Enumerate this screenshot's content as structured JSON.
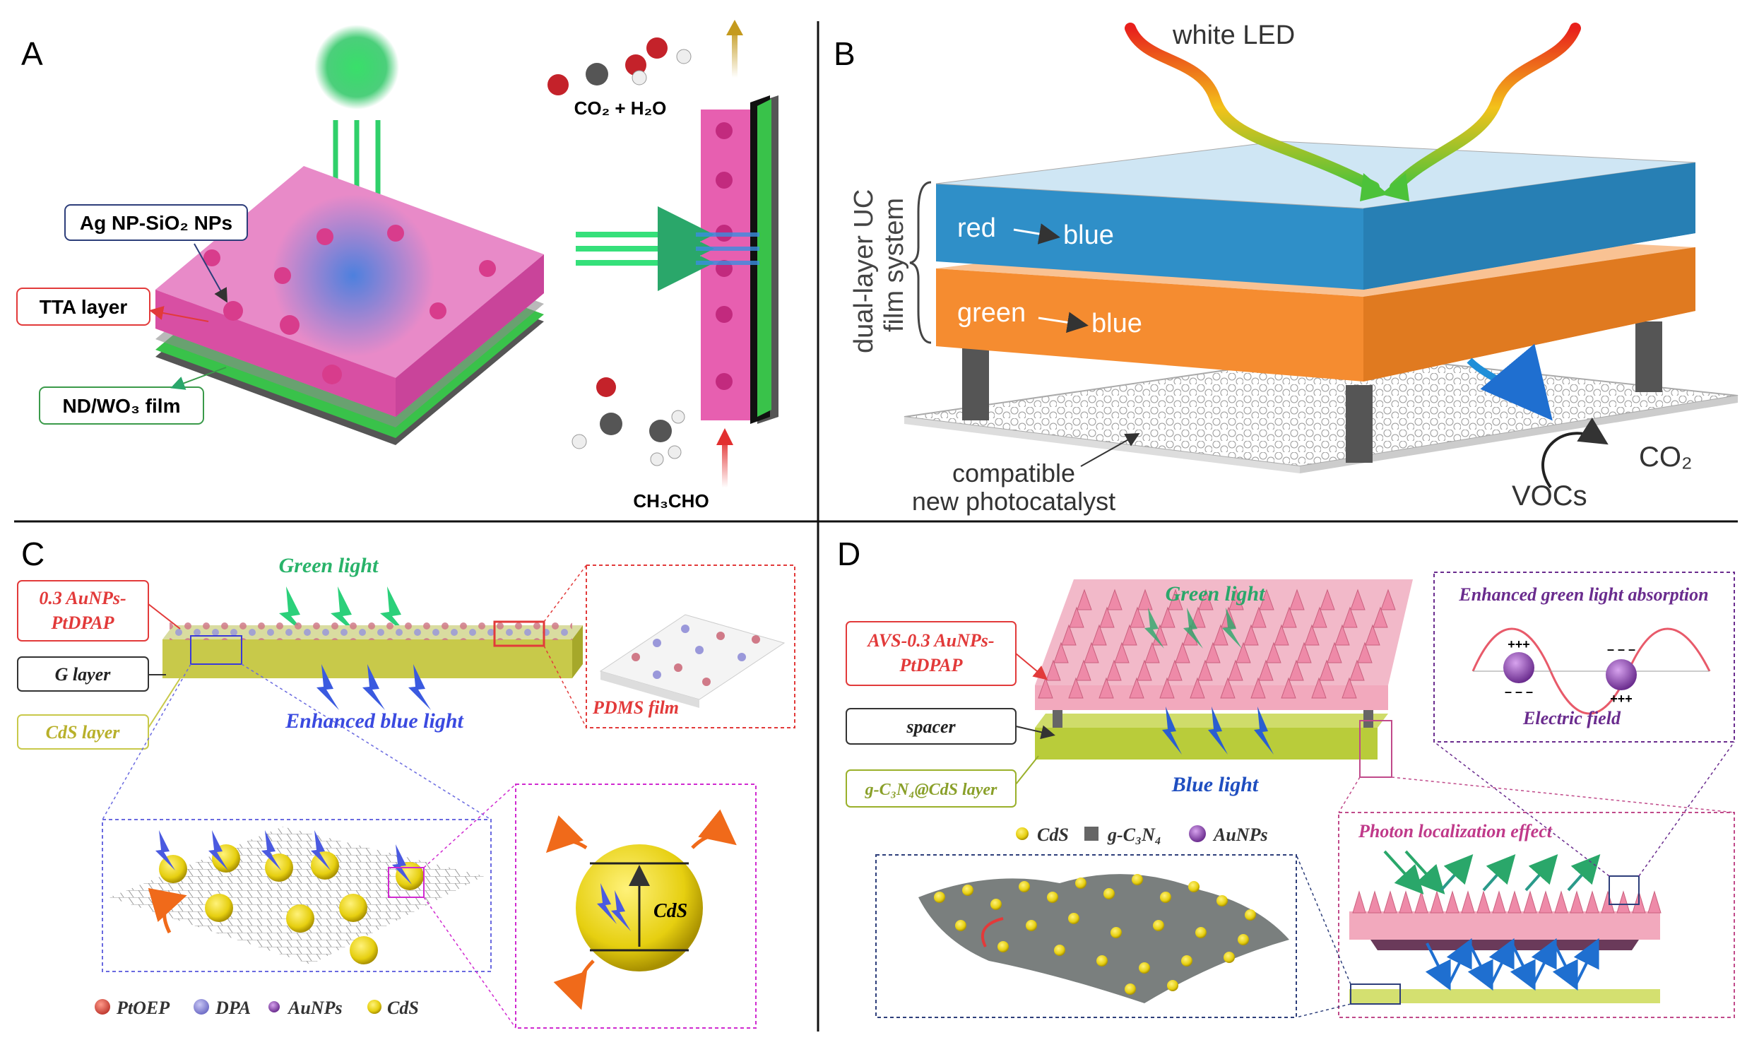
{
  "panels": {
    "A": {
      "letter": "A",
      "ag_label": "Ag NP-SiO₂ NPs",
      "tta_label": "TTA layer",
      "nd_label": "ND/WO₃ film",
      "co2_h2o": "CO₂ + H₂O",
      "ch3cho": "CH₃CHO"
    },
    "B": {
      "letter": "B",
      "white_led": "white LED",
      "red_blue_1": "red",
      "red_blue_2": "blue",
      "green_blue_1": "green",
      "green_blue_2": "blue",
      "dual_layer_1": "dual-layer UC",
      "dual_layer_2": "film system",
      "compatible_1": "compatible",
      "compatible_2": "new photocatalyst",
      "vocs": "VOCs",
      "co2": "CO₂"
    },
    "C": {
      "letter": "C",
      "green_light": "Green light",
      "au_label_1": "0.3 AuNPs-",
      "au_label_2": "PtDPAP",
      "g_layer": "G layer",
      "cds_layer": "CdS layer",
      "enhanced_blue": "Enhanced blue light",
      "pdms": "PDMS film",
      "cds_sphere": "CdS",
      "legend": [
        "PtOEP",
        "DPA",
        "AuNPs",
        "CdS"
      ]
    },
    "D": {
      "letter": "D",
      "green_light": "Green light",
      "avs_1": "AVS-0.3 AuNPs-",
      "avs_2": "PtDPAP",
      "spacer": "spacer",
      "gcn_layer": "g-C₃N₄@CdS layer",
      "blue_light": "Blue light",
      "enhanced_green": "Enhanced green light absorption",
      "electric_field": "Electric field",
      "photon_loc": "Photon localization effect",
      "legend": [
        "CdS",
        "g-C₃N₄",
        "AuNPs"
      ]
    }
  },
  "colors": {
    "tta_pink": "#e75fb0",
    "green_film": "#39c24a",
    "blue_layer": "#2f8fc8",
    "orange_layer": "#f58c30",
    "cds_yellow": "#e6e23a",
    "d_pink": "#f2a9bd",
    "label_red": "#e23a3a",
    "label_green": "#3a9a4a",
    "label_navy": "#2d3e7a"
  }
}
